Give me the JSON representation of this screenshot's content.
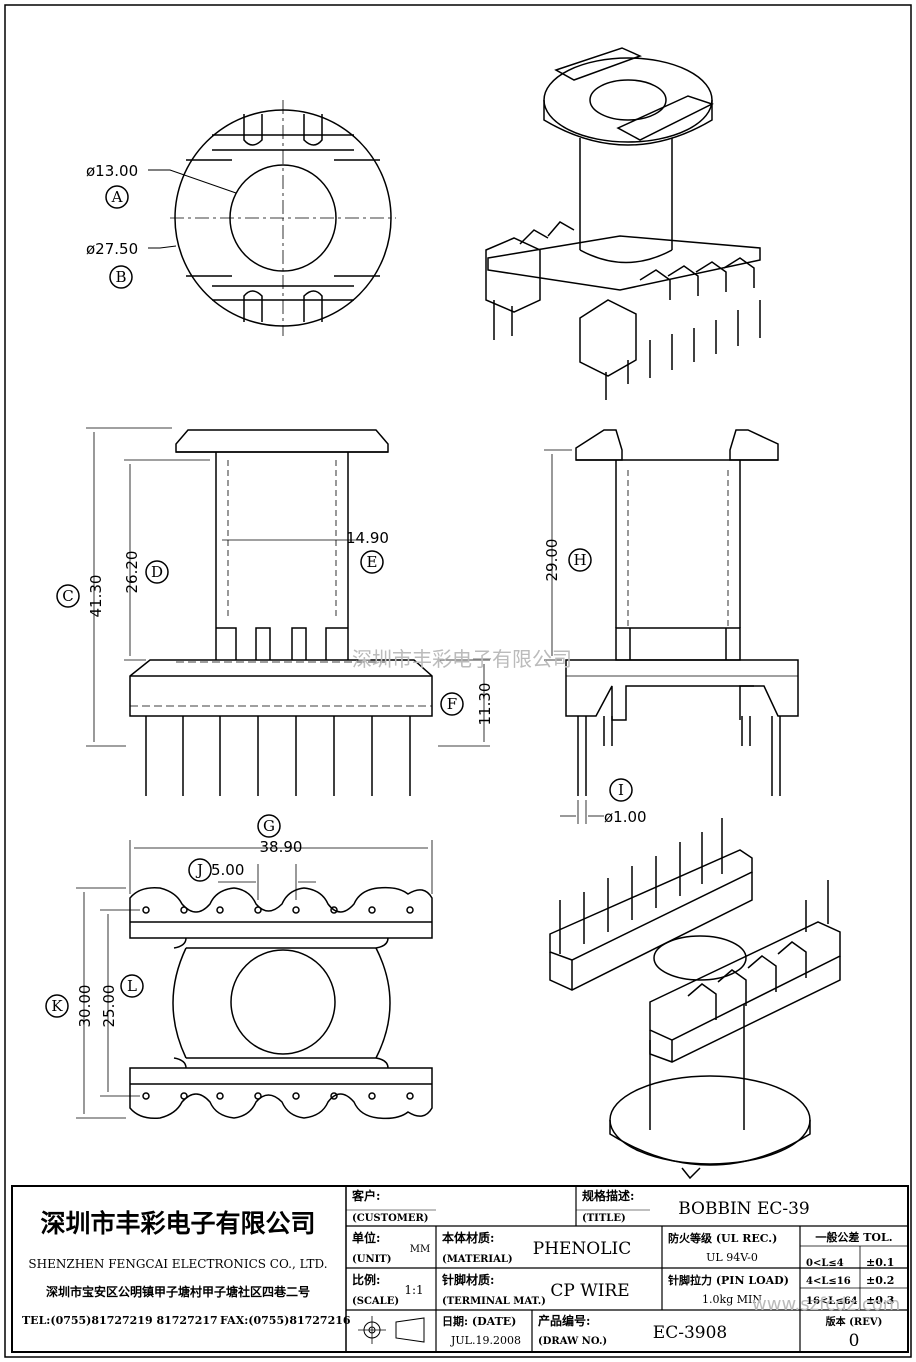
{
  "dimensions": {
    "top_inner_dia": "ø13.00",
    "top_outer_dia": "ø27.50",
    "overall_height": "41.30",
    "body_height": "26.20",
    "core_width": "14.90",
    "side_height": "29.00",
    "base_height": "11.30",
    "pin_dia": "ø1.00",
    "overall_width": "38.90",
    "pin_pitch": "5.00",
    "overall_depth": "30.00",
    "inner_depth": "25.00"
  },
  "callouts": [
    "A",
    "B",
    "C",
    "D",
    "E",
    "F",
    "G",
    "H",
    "I",
    "J",
    "K",
    "L"
  ],
  "watermark": "深圳市丰彩电子有限公司",
  "title_block": {
    "company_cn": "深圳市丰彩电子有限公司",
    "company_en": "SHENZHEN FENGCAI ELECTRONICS CO., LTD.",
    "address": "深圳市宝安区公明镇甲子塘村甲子塘社区四巷二号",
    "phone": "TEL:(0755)81727219  81727217",
    "fax": "FAX:(0755)81727216",
    "customer_label": "客户:",
    "customer_label_en": "(CUSTOMER)",
    "title_label": "规格描述:",
    "title_label_en": "(TITLE)",
    "title_value": "BOBBIN EC-39",
    "unit_label": "单位:",
    "unit_label_en": "(UNIT)",
    "unit_value": "MM",
    "material_label": "本体材质:",
    "material_label_en": "(MATERIAL)",
    "material_value": "PHENOLIC",
    "fire_label": "防火等级 (UL REC.)",
    "fire_value": "UL 94V-0",
    "scale_label": "比例:",
    "scale_label_en": "(SCALE)",
    "scale_value": "1:1",
    "terminal_label": "针脚材质:",
    "terminal_label_en": "(TERMINAL MAT.)",
    "terminal_value": "CP WIRE",
    "pinload_label": "针脚拉力 (PIN LOAD)",
    "pinload_value": "1.0kg MIN",
    "date_label": "日期:  (DATE)",
    "date_value": "JUL.19.2008",
    "drawno_label": "产品编号:",
    "drawno_label_en": "(DRAW NO.)",
    "drawno_value": "EC-3908",
    "tol_title": "一般公差 TOL.",
    "tol_rows": [
      {
        "range": "0<L≤4",
        "tol": "±0.1"
      },
      {
        "range": "4<L≤16",
        "tol": "±0.2"
      },
      {
        "range": "16<L≤64",
        "tol": "±0.3"
      }
    ],
    "rev_label": "版本 (REV)",
    "rev_value": "0",
    "site": "www.szfcdz.com"
  }
}
